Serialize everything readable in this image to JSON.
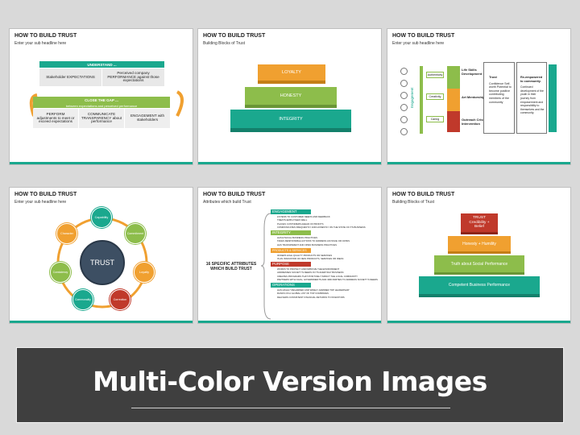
{
  "slides": [
    {
      "title": "HOW TO BUILD TRUST",
      "subtitle": "Enter your sub headline here",
      "understand_title": "UNDERSTAND ...",
      "understand_left": "Stakeholder EXPECTATIONS",
      "understand_right": "Perceived company PERFORMANCE against those expectations",
      "gap_title": "CLOSE THE GAP ...",
      "gap_sub": "between expectations and perceived performance",
      "col1_head": "PERFORM",
      "col1_text": "adjustments to meet or exceed expectations",
      "col2_head": "COMMUNICATE",
      "col2_text": "TRANSPARENCY about performance",
      "col3_text": "ENGAGEMENT with stakeholders"
    },
    {
      "title": "HOW TO BUILD TRUST",
      "subtitle": "Building Blocks of Trust",
      "levels": [
        "LOYALTY",
        "HONESTY",
        "INTEGRITY"
      ]
    },
    {
      "title": "HOW TO BUILD TRUST",
      "subtitle": "Enter your sub headline here",
      "side_label": "Engagement",
      "pills": [
        "Authenticity",
        "Creativity",
        "Caring"
      ],
      "mid_items": [
        "Life Skills Development",
        "Art Mentorship",
        "Outreach Crisis Intervention"
      ],
      "col_a_title": "Trust",
      "col_a_text": "Confidence Self-worth Potential to become positive contributing members of the community",
      "col_b_title": "Re-empowered to community.",
      "col_b_text": "Continued development of the youth in their journey from empowerment and responsibility to themselves and the community."
    },
    {
      "title": "HOW TO BUILD TRUST",
      "subtitle": "Enter your sub headline here",
      "center": "TRUST",
      "nodes": [
        "Capability",
        "Commitment",
        "Loyalty",
        "Correction",
        "Commonality",
        "Consistency",
        "Character"
      ]
    },
    {
      "title": "HOW TO BUILD TRUST",
      "subtitle": "Attributes which build Trust",
      "left_label": "16 SPECIFIC ATTRIBUTES WHICH BUILD TRUST",
      "sections": [
        {
          "head": "ENGAGEMENT",
          "items": [
            "LISTENS TO CUSTOMER NEEDS AND FEEDBACK",
            "TREATS EMPLOYEES WELL",
            "PLACES CUSTOMERS AHEAD OF PROFITS",
            "COMMUNICATES FREQUENTLY AND HONESTLY ON THE STATE OF ITS BUSINESS"
          ]
        },
        {
          "head": "INTEGRITY",
          "items": [
            "HAS ETHICAL BUSINESS PRACTICES",
            "TAKES RESPONSIBLE ACTIONS TO ADDRESS AN ISSUE OR CRISIS",
            "HAS TRANSPARENT AND OPEN BUSINESS PRACTICES"
          ]
        },
        {
          "head": "PRODUCTS & SERVICES",
          "items": [
            "OFFERS HIGH QUALITY PRODUCTS OR SERVICES",
            "IS AN INNOVATOR OF NEW PRODUCTS, SERVICES OR IDEAS"
          ]
        },
        {
          "head": "PURPOSE",
          "items": [
            "WORKS TO PROTECT AND IMPROVE THE ENVIRONMENT",
            "ADDRESSES SOCIETY'S NEEDS IN ITS EVERYDAY BUSINESS",
            "CREATES PROGRAMS THAT POSITIVELY IMPACT THE LOCAL COMMUNITY",
            "PARTNERS WITH NGOs, GOVERNMENTS AND 3RD PARTIES TO ADDRESS SOCIETY'S NEEDS"
          ]
        },
        {
          "head": "OPERATIONS",
          "items": [
            "HAS HIGHLY REGARDED AND WIDELY ADMIRED TOP LEADERSHIP",
            "RANKS ON A GLOBAL LIST OF TOP COMPANIES",
            "DELIVERS CONSISTENT FINANCIAL RETURNS TO INVESTORS"
          ]
        }
      ]
    },
    {
      "title": "HOW TO BUILD TRUST",
      "subtitle": "Building Blocks of Trust",
      "levels": [
        "TRUST Credibility + Belief",
        "Honesty + Humility",
        "Truth about Social Performance",
        "Competent Business Performance"
      ]
    }
  ],
  "banner_text": "Multi-Color Version Images",
  "colors": {
    "teal": "#1aa88e",
    "green": "#8dbd4b",
    "orange": "#f0a030",
    "red": "#c0392b",
    "navy": "#3d4f63"
  }
}
